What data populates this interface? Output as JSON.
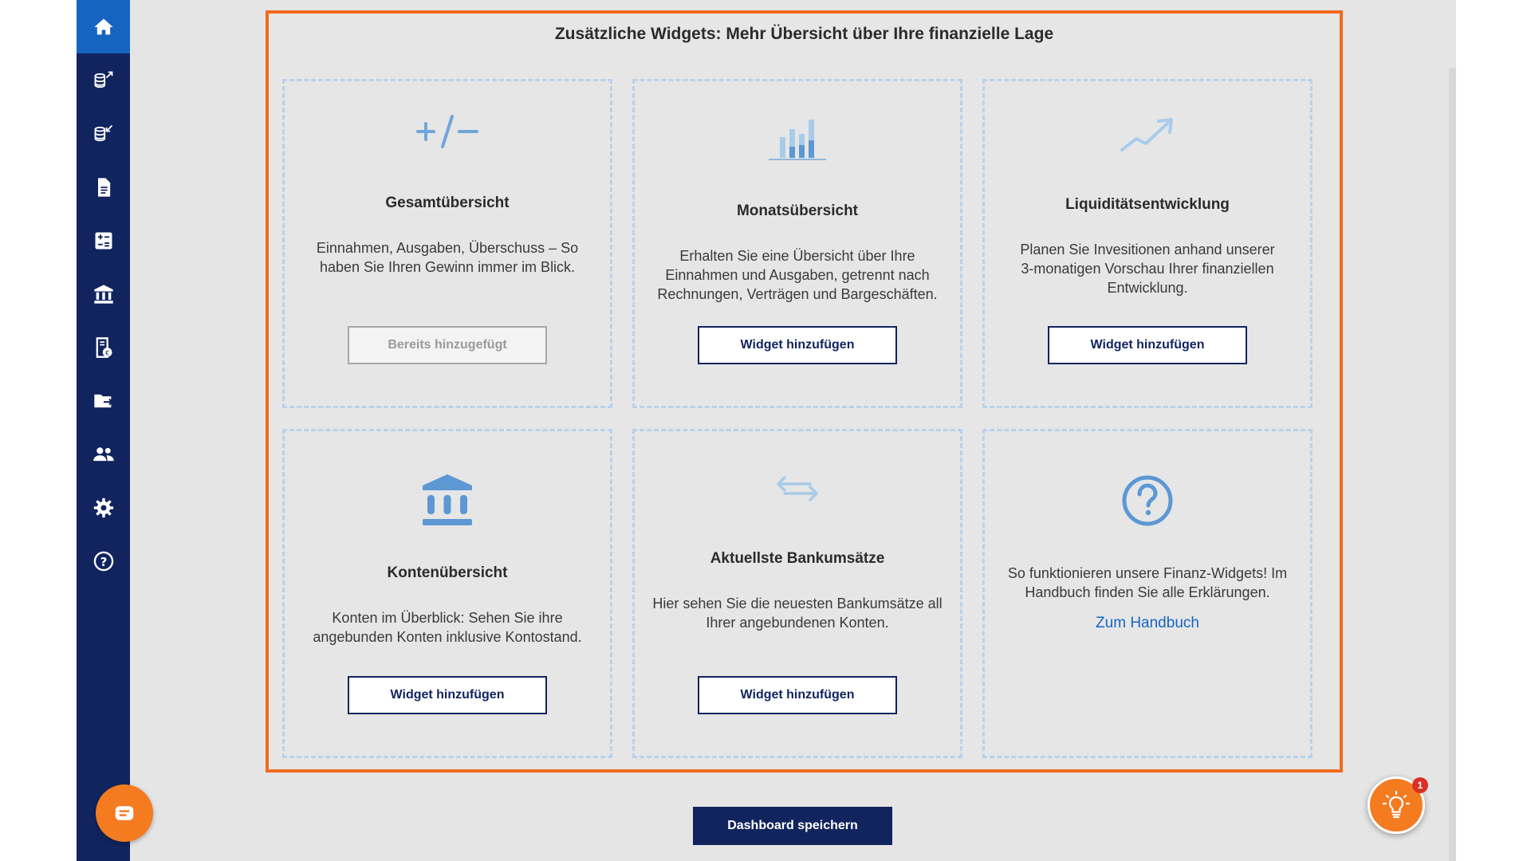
{
  "sidebar": {
    "items": [
      {
        "icon": "home-icon",
        "active": true
      },
      {
        "icon": "coins-out-icon"
      },
      {
        "icon": "coins-in-icon"
      },
      {
        "icon": "document-icon"
      },
      {
        "icon": "calculator-icon"
      },
      {
        "icon": "bank-icon"
      },
      {
        "icon": "receipt-icon"
      },
      {
        "icon": "folder-export-icon"
      },
      {
        "icon": "people-icon"
      },
      {
        "icon": "gear-icon"
      },
      {
        "icon": "help-icon"
      }
    ]
  },
  "panel": {
    "title": "Zusätzliche Widgets: Mehr Übersicht über Ihre finanzielle Lage"
  },
  "cards": [
    {
      "icon": "plus-minus-icon",
      "title": "Gesamtübersicht",
      "desc_lines": [
        "Einnahmen, Ausgaben, Überschuss – So",
        "haben Sie Ihren Gewinn immer im Blick."
      ],
      "button": "Bereits hinzugefügt",
      "button_disabled": true
    },
    {
      "icon": "bar-chart-icon",
      "title": "Monatsübersicht",
      "desc_lines": [
        "Erhalten Sie eine Übersicht über Ihre",
        "Einnahmen und Ausgaben, getrennt nach",
        "Rechnungen, Verträgen und Bargeschäften."
      ],
      "button": "Widget hinzufügen"
    },
    {
      "icon": "trend-up-icon",
      "title": "Liquiditätsentwicklung",
      "desc_lines": [
        "Planen Sie Invesitionen anhand unserer",
        "3-monatigen Vorschau Ihrer finanziellen",
        "Entwicklung."
      ],
      "button": "Widget hinzufügen"
    },
    {
      "icon": "bank-icon",
      "title": "Kontenübersicht",
      "desc_lines": [
        "Konten im Überblick: Sehen Sie ihre",
        "angebunden Konten inklusive Kontostand."
      ],
      "button": "Widget hinzufügen"
    },
    {
      "icon": "transfer-arrows-icon",
      "title": "Aktuellste Bankumsätze",
      "desc_lines": [
        "Hier sehen Sie die neuesten Bankumsätze all",
        "Ihrer angebundenen Konten."
      ],
      "button": "Widget hinzufügen"
    },
    {
      "icon": "question-circle-icon",
      "desc_lines": [
        "So funktionieren unsere Finanz-Widgets! Im",
        "Handbuch finden Sie alle Erklärungen."
      ],
      "link": "Zum Handbuch"
    }
  ],
  "save_button": "Dashboard speichern",
  "tip_badge": "1",
  "colors": {
    "sidebar": "#11245e",
    "active_nav": "#1565c0",
    "accent_orange": "#f26b1d",
    "icon_blue": "#7aaedd",
    "link": "#1565c0"
  }
}
